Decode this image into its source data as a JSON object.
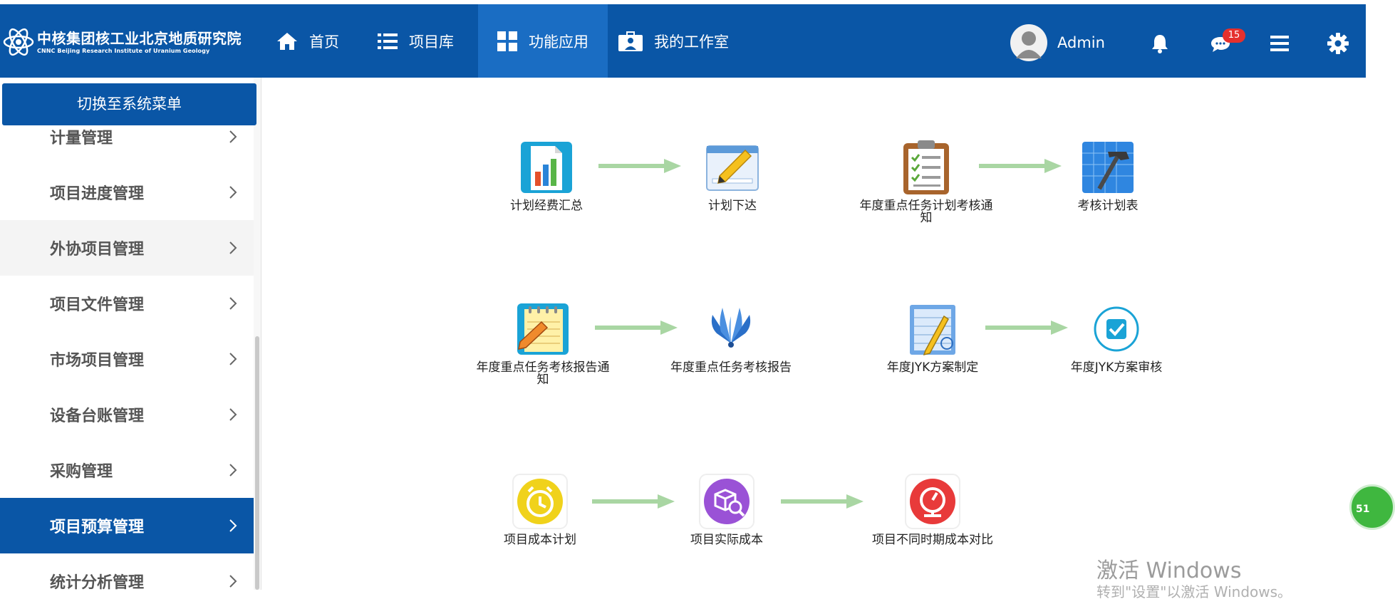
{
  "header": {
    "logo_cn": "中核集团核工业北京地质研究院",
    "logo_en": "CNNC Beijing Research Institute of Uranium Geology",
    "nav": [
      {
        "label": "首页",
        "icon": "home-icon"
      },
      {
        "label": "项目库",
        "icon": "list-icon"
      },
      {
        "label": "功能应用",
        "icon": "grid-icon",
        "active": true
      },
      {
        "label": "我的工作室",
        "icon": "briefcase-icon"
      }
    ],
    "user_name": "Admin",
    "message_count": "15",
    "accent_color": "#0a56a6",
    "active_color": "#1a6dc3"
  },
  "sidebar": {
    "switch_label": "切换至系统菜单",
    "items": [
      {
        "label": "计量管理"
      },
      {
        "label": "项目进度管理"
      },
      {
        "label": "外协项目管理"
      },
      {
        "label": "项目文件管理"
      },
      {
        "label": "市场项目管理"
      },
      {
        "label": "设备台账管理"
      },
      {
        "label": "采购管理"
      },
      {
        "label": "项目预算管理"
      },
      {
        "label": "统计分析管理"
      }
    ]
  },
  "flows": [
    {
      "label": "计划经费汇总",
      "icon": "bar-chart-icon"
    },
    {
      "label": "计划下达",
      "icon": "pencil-notepad-icon"
    },
    {
      "label": "年度重点任务计划考核通知",
      "icon": "clipboard-checklist-icon"
    },
    {
      "label": "考核计划表",
      "icon": "blueprint-hammer-icon"
    },
    {
      "label": "年度重点任务考核报告通知",
      "icon": "notepad-pencil-icon"
    },
    {
      "label": "年度重点任务考核报告",
      "icon": "fan-icon"
    },
    {
      "label": "年度JYK方案制定",
      "icon": "document-design-icon"
    },
    {
      "label": "年度JYK方案审核",
      "icon": "check-circle-icon"
    },
    {
      "label": "项目成本计划",
      "icon": "alarm-clock-icon"
    },
    {
      "label": "项目实际成本",
      "icon": "box-search-icon"
    },
    {
      "label": "项目不同时期成本对比",
      "icon": "gauge-icon"
    }
  ],
  "watermark": {
    "line1": "激活 Windows",
    "line2": "转到\"设置\"以激活 Windows。"
  },
  "float_ball_text": "51"
}
